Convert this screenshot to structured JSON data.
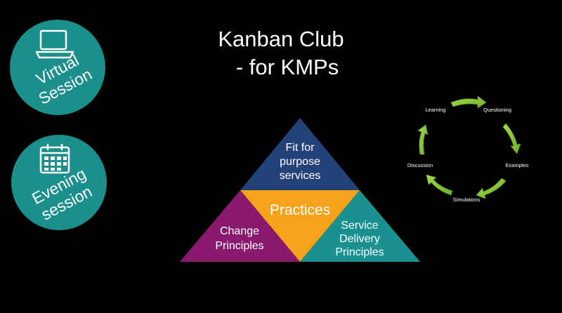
{
  "title": {
    "line1": "Kanban Club",
    "line2": "- for KMPs"
  },
  "badges": {
    "virtual": {
      "line1": "Virtual",
      "line2": "Session",
      "icon": "laptop-icon"
    },
    "evening": {
      "line1": "Evening",
      "line2": "session",
      "icon": "calendar-icon"
    }
  },
  "triangle": {
    "top": {
      "line1": "Fit for",
      "line2": "purpose",
      "line3": "services"
    },
    "center": {
      "label": "Practices"
    },
    "left": {
      "line1": "Change",
      "line2": "Principles"
    },
    "right": {
      "line1": "Service",
      "line2": "Delivery",
      "line3": "Principles"
    }
  },
  "cycle": {
    "steps": [
      "Learning",
      "Questioning",
      "Examples",
      "Simulations",
      "Discussion"
    ]
  },
  "colors": {
    "background": "#000000",
    "badge": "#1b8f8b",
    "top_triangle": "#24427a",
    "center_triangle": "#f6a21a",
    "left_triangle": "#8b1a6f",
    "right_triangle": "#1a9190",
    "arrow": "#8cc63f"
  }
}
